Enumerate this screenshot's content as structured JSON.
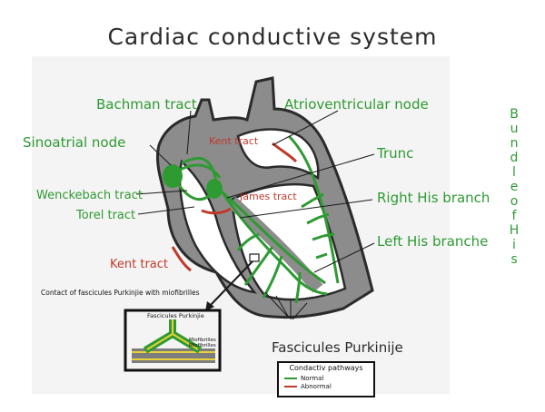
{
  "title": "Cardiac conductive system",
  "labels": {
    "bachman": "Bachman tract",
    "av_node": "Atrioventricular node",
    "sa_node": "Sinoatrial node",
    "kent_top": "Kent tract",
    "trunc": "Trunc",
    "wenckebach": "Wenckebach tract",
    "james": "James tract",
    "torel": "Torel tract",
    "right_his": "Right His branch",
    "left_his": "Left His branche",
    "kent_left": "Kent tract",
    "fascicules": "Fascicules Purkinije"
  },
  "bundle_of_his": [
    "B",
    "u",
    "n",
    "d",
    "l",
    "e",
    "o",
    "f",
    "H",
    "i",
    "s"
  ],
  "inset": {
    "caption": "Contact of fascicules Purkinjie with miofibrilles",
    "purkinje_label": "Fascicules Purkinjie",
    "miofib_label_1": "Miofibrilles",
    "miofib_label_2": "Miofibrilles"
  },
  "legend": {
    "title": "Condactiv pathways",
    "normal": "Normal",
    "abnormal": "Abnormal",
    "normal_color": "#2e9a32",
    "abnormal_color": "#c0392b"
  }
}
